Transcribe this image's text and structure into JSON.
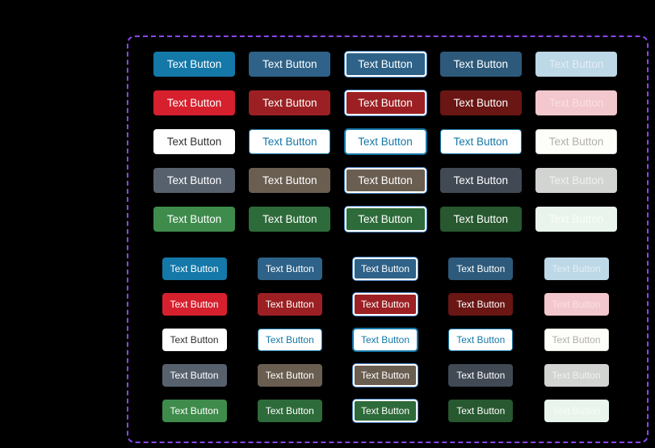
{
  "page": {
    "background": "#000000"
  },
  "panel": {
    "border_color": "#8B46F0",
    "border_style": "dashed"
  },
  "button_label": "Text Button",
  "sections": [
    {
      "id": "large",
      "grid": "5x5"
    },
    {
      "id": "small",
      "grid": "5x5"
    }
  ],
  "states": [
    "default",
    "hover",
    "focused",
    "pressed",
    "disabled"
  ],
  "rows": [
    {
      "name": "blue",
      "states": [
        {
          "state": "default",
          "bg": "#1478A9",
          "text": "#FFFFFF"
        },
        {
          "state": "hover",
          "bg": "#2E6288",
          "text": "#FFFFFF"
        },
        {
          "state": "focused",
          "bg": "#2E6288",
          "text": "#FFFFFF",
          "border": "#FFFFFF",
          "border_width": "2px",
          "ring": "#4C87C6"
        },
        {
          "state": "pressed",
          "bg": "#2D5A7B",
          "text": "#FFFFFF"
        },
        {
          "state": "disabled",
          "bg": "#BDD8E6",
          "text": "#E3EEF5"
        }
      ]
    },
    {
      "name": "red",
      "states": [
        {
          "state": "default",
          "bg": "#D6202E",
          "text": "#FFFFFF"
        },
        {
          "state": "hover",
          "bg": "#9C2023",
          "text": "#FFFFFF"
        },
        {
          "state": "focused",
          "bg": "#9C2023",
          "text": "#FFFFFF",
          "border": "#FFFFFF",
          "border_width": "2px",
          "ring": "#4C87C6"
        },
        {
          "state": "pressed",
          "bg": "#691614",
          "text": "#FFFFFF"
        },
        {
          "state": "disabled",
          "bg": "#F2C7CD",
          "text": "#F9E0E4"
        }
      ]
    },
    {
      "name": "white",
      "states": [
        {
          "state": "default",
          "bg": "#FFFFFF",
          "text": "#303030"
        },
        {
          "state": "hover",
          "bg": "#FFFFFF",
          "text": "#1478A9",
          "border": "#1478A9",
          "border_width": "1px"
        },
        {
          "state": "focused",
          "bg": "#FFFFFF",
          "text": "#1478A9",
          "border": "#1478A9",
          "border_width": "1px",
          "ring": "#1478A9"
        },
        {
          "state": "pressed",
          "bg": "#FFFFFF",
          "text": "#1478A9",
          "border": "#1478A9",
          "border_width": "1px"
        },
        {
          "state": "disabled",
          "bg": "#FDFDFA",
          "text": "#B2B0AA",
          "border": "#DCDAD2",
          "border_width": "1px"
        }
      ]
    },
    {
      "name": "gray",
      "states": [
        {
          "state": "default",
          "bg": "#57616E",
          "text": "#FFFFFF"
        },
        {
          "state": "hover",
          "bg": "#6A5E51",
          "text": "#FFFFFF"
        },
        {
          "state": "focused",
          "bg": "#6A5E51",
          "text": "#FFFFFF",
          "border": "#FFFFFF",
          "border_width": "2px",
          "ring": "#4C87C6"
        },
        {
          "state": "pressed",
          "bg": "#404954",
          "text": "#FFFFFF"
        },
        {
          "state": "disabled",
          "bg": "#D2D4D2",
          "text": "#EFF1EF"
        }
      ]
    },
    {
      "name": "green",
      "states": [
        {
          "state": "default",
          "bg": "#3E8B4B",
          "text": "#FFFFFF"
        },
        {
          "state": "hover",
          "bg": "#2E6B3A",
          "text": "#FFFFFF"
        },
        {
          "state": "focused",
          "bg": "#2E6B3A",
          "text": "#FFFFFF",
          "border": "#FFFFFF",
          "border_width": "2px",
          "ring": "#4C87C6"
        },
        {
          "state": "pressed",
          "bg": "#27582F",
          "text": "#FFFFFF"
        },
        {
          "state": "disabled",
          "bg": "#E9F4EC",
          "text": "#F8FCF9"
        }
      ]
    }
  ]
}
